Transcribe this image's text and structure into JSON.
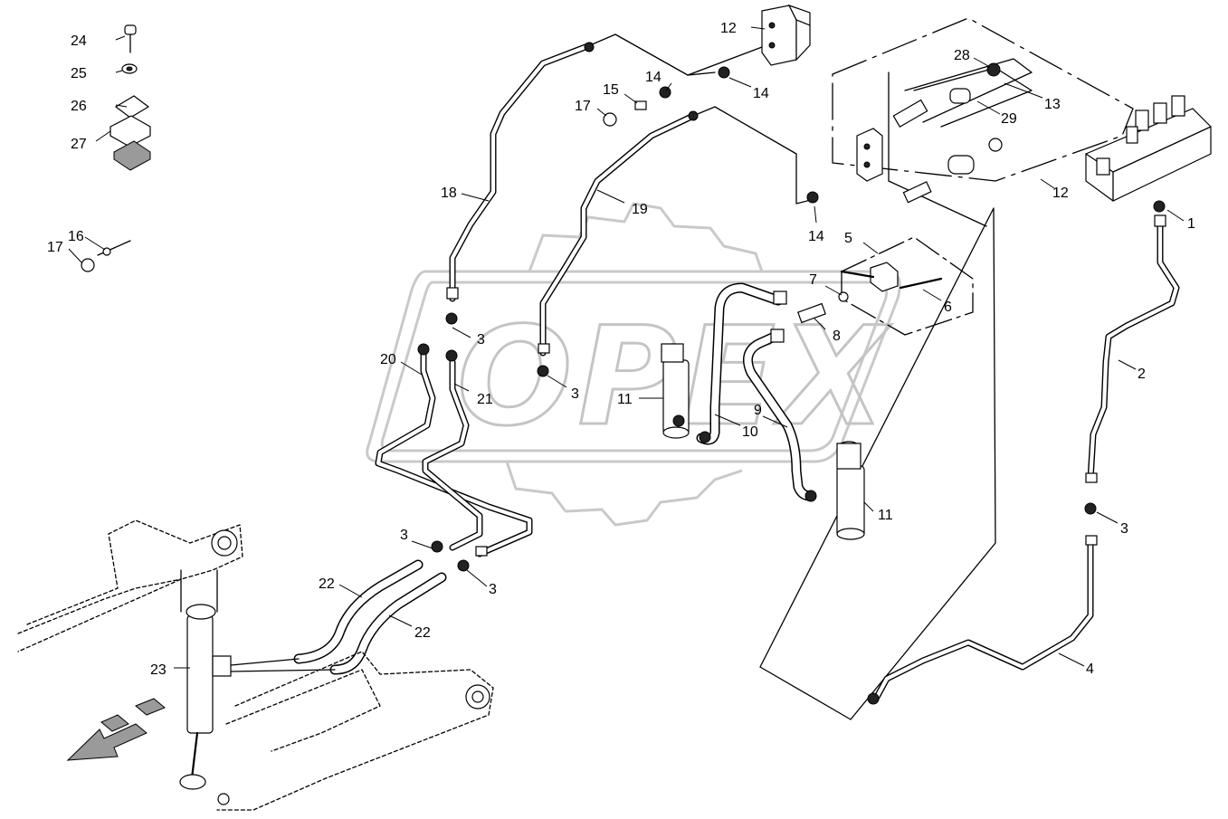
{
  "diagram": {
    "watermark_text": "OPEX",
    "callouts": {
      "c1": "1",
      "c2": "2",
      "c3": "3",
      "c4": "4",
      "c5": "5",
      "c6": "6",
      "c7": "7",
      "c8": "8",
      "c9": "9",
      "c10": "10",
      "c11": "11",
      "c12": "12",
      "c13": "13",
      "c14": "14",
      "c15": "15",
      "c16": "16",
      "c17": "17",
      "c18": "18",
      "c19": "19",
      "c20": "20",
      "c21": "21",
      "c22": "22",
      "c23": "23",
      "c24": "24",
      "c25": "25",
      "c26": "26",
      "c27": "27",
      "c28": "28",
      "c29": "29"
    }
  }
}
